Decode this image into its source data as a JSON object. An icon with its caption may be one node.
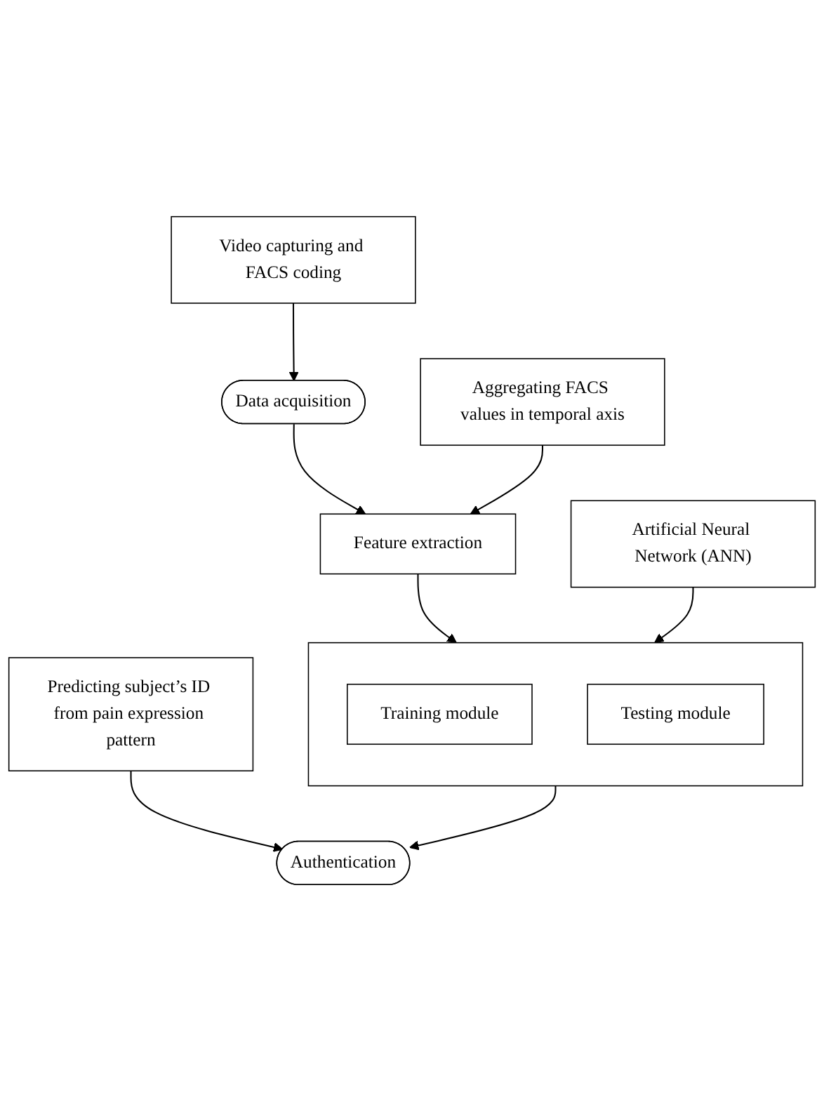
{
  "diagram": {
    "nodes": [
      {
        "text": [
          "Video capturing and FACS coding"
        ]
      },
      {
        "text": [
          "Data acquisition"
        ]
      },
      {
        "text": [
          "Aggregating FACS values in temporal axis"
        ]
      },
      {
        "text": [
          "Feature extraction"
        ]
      },
      {
        "text": [
          "Artificial Neural Network (ANN)"
        ]
      },
      {
        "text": [],
        "shape": "box"
      },
      {
        "text": [
          "Training module"
        ],
        "in": 5
      },
      {
        "text": [
          "Testing module"
        ],
        "in": 5
      },
      {
        "text": [
          "Predicting subject’s ID from pain expression pattern"
        ]
      },
      {
        "text": [
          "Authentication"
        ]
      }
    ],
    "edges": [
      {
        "from": 0,
        "to": 1,
        "arrow": "to"
      },
      {
        "from": 1,
        "to": 3,
        "arrow": "to"
      },
      {
        "from": 2,
        "to": 3,
        "arrow": "to"
      },
      {
        "from": 3,
        "to": 5,
        "arrow": "to"
      },
      {
        "from": 4,
        "to": 5,
        "arrow": "to"
      },
      {
        "from": 5,
        "to": 9,
        "arrow": "to"
      },
      {
        "from": 8,
        "to": 9,
        "arrow": "to"
      }
    ]
  }
}
